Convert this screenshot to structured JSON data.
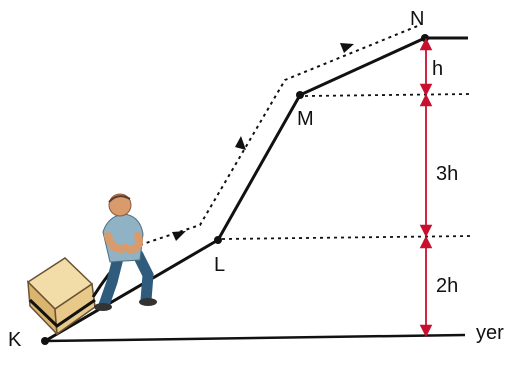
{
  "labels": {
    "point_k": "K",
    "point_l": "L",
    "point_m": "M",
    "point_n": "N",
    "ground": "yer",
    "height_lower": "2h",
    "height_middle": "3h",
    "height_upper": "h"
  },
  "colors": {
    "line": "#111111",
    "arrow": "#c8102e",
    "skin": "#d99a6c",
    "shirt": "#8fb3c4",
    "pants": "#2f5b7c",
    "box": "#e8c98a"
  },
  "icons": {
    "person": "person-pushing-icon",
    "box": "crate-icon",
    "path_arrow": "arrowhead-icon"
  }
}
